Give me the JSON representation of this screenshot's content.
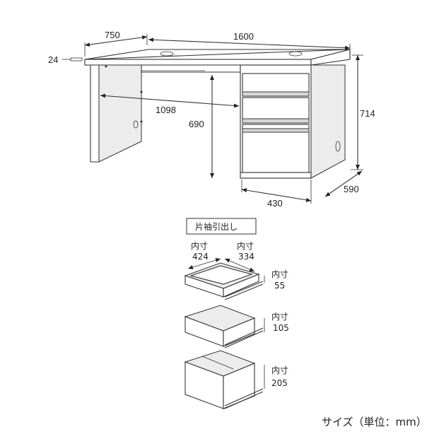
{
  "desk": {
    "dims": {
      "depth": "750",
      "width": "1600",
      "top_thickness": "24",
      "inner_width": "1098",
      "knee_height": "690",
      "height": "714",
      "pedestal_width": "430",
      "pedestal_depth": "590"
    }
  },
  "drawers": {
    "title": "片袖引出し",
    "top": {
      "inner_label_1": "内寸",
      "inner_width": "424",
      "inner_label_2": "内寸",
      "inner_depth": "334",
      "height_label": "内寸",
      "height": "55"
    },
    "middle": {
      "height_label": "内寸",
      "height": "105"
    },
    "bottom": {
      "height_label": "内寸",
      "height": "205"
    }
  },
  "caption": "サイズ（単位：mm）"
}
